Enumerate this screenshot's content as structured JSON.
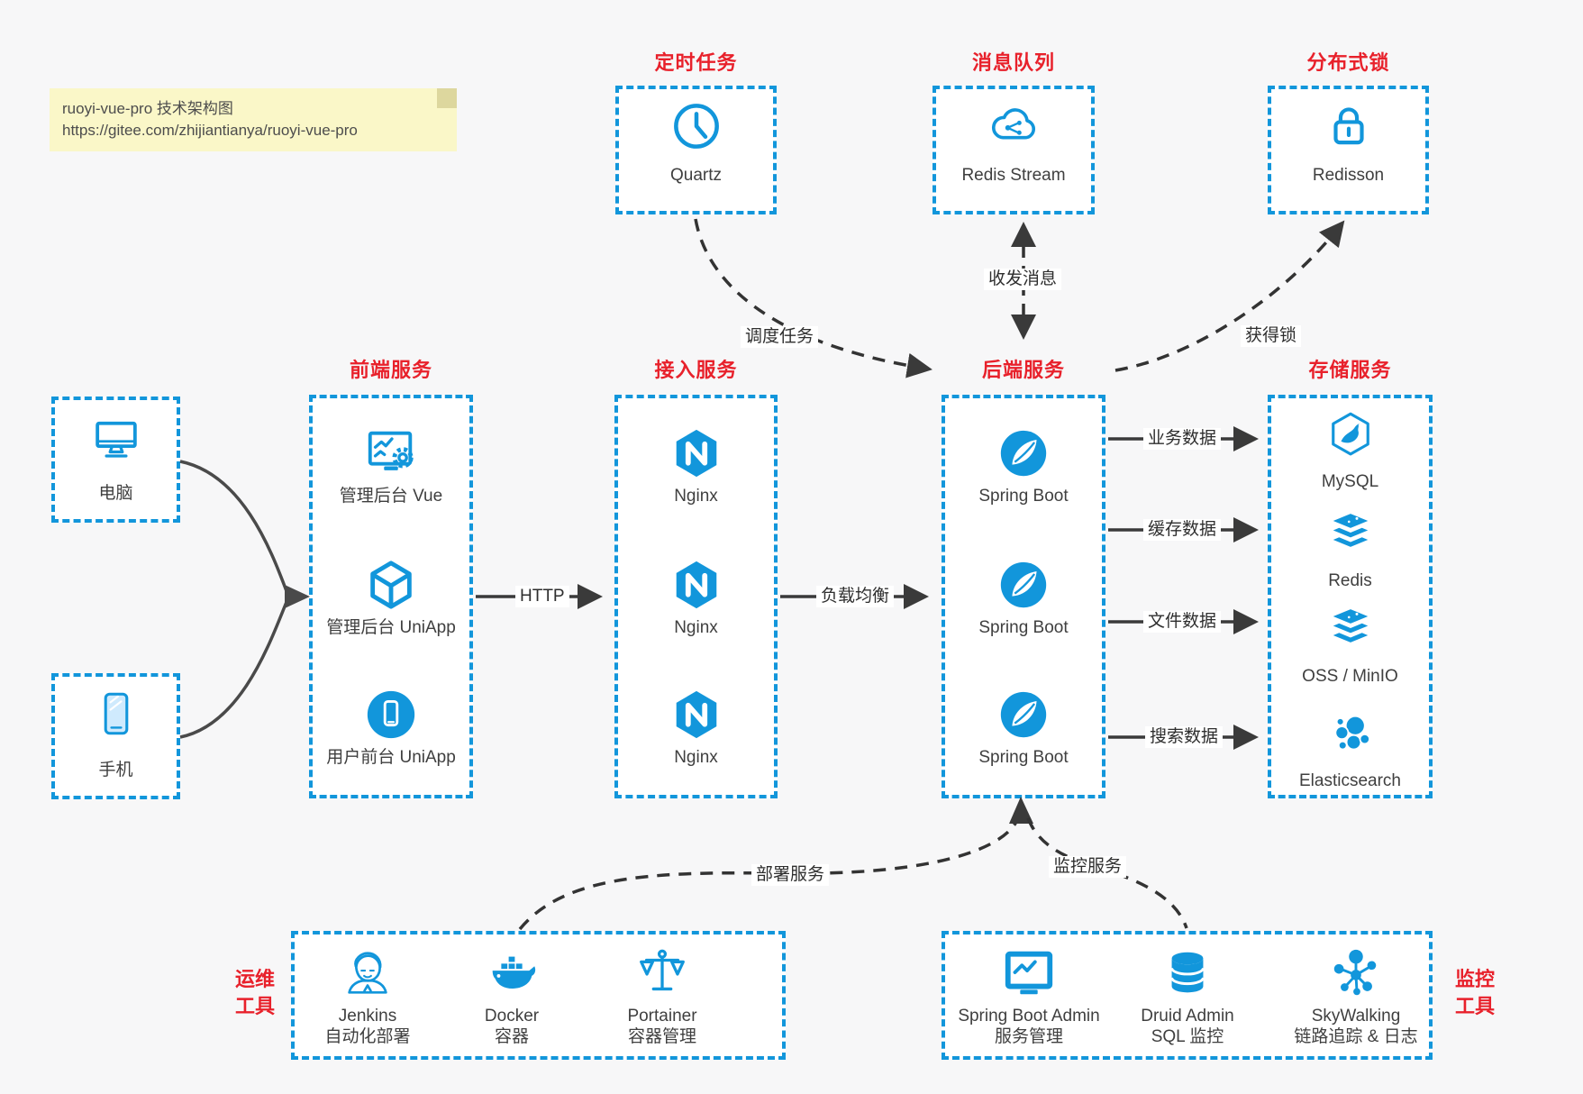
{
  "note": {
    "title": "ruoyi-vue-pro 技术架构图",
    "url": "https://gitee.com/zhijiantianya/ruoyi-vue-pro"
  },
  "colors": {
    "accent_blue": "#1296db",
    "title_red": "#e8212b",
    "arrow_dark": "#3a3a3a",
    "note_bg": "#faf7c8",
    "box_bg": "#ffffff",
    "page_bg": "#f7f7f8"
  },
  "top_groups": [
    {
      "title": "定时任务",
      "label": "Quartz",
      "icon": "clock-icon"
    },
    {
      "title": "消息队列",
      "label": "Redis Stream",
      "icon": "cloud-stream-icon"
    },
    {
      "title": "分布式锁",
      "label": "Redisson",
      "icon": "lock-icon"
    }
  ],
  "clients": [
    {
      "label": "电脑",
      "icon": "desktop-icon"
    },
    {
      "label": "手机",
      "icon": "phone-icon"
    }
  ],
  "frontend": {
    "title": "前端服务",
    "items": [
      {
        "label": "管理后台 Vue",
        "icon": "admin-vue-icon"
      },
      {
        "label": "管理后台 UniApp",
        "icon": "uniapp-cube-icon"
      },
      {
        "label": "用户前台 UniApp",
        "icon": "user-uniapp-icon"
      }
    ]
  },
  "gateway": {
    "title": "接入服务",
    "items": [
      {
        "label": "Nginx",
        "icon": "nginx-icon"
      },
      {
        "label": "Nginx",
        "icon": "nginx-icon"
      },
      {
        "label": "Nginx",
        "icon": "nginx-icon"
      }
    ]
  },
  "backend": {
    "title": "后端服务",
    "items": [
      {
        "label": "Spring Boot",
        "icon": "spring-boot-icon"
      },
      {
        "label": "Spring Boot",
        "icon": "spring-boot-icon"
      },
      {
        "label": "Spring Boot",
        "icon": "spring-boot-icon"
      }
    ]
  },
  "storage": {
    "title": "存储服务",
    "items": [
      {
        "label": "MySQL",
        "icon": "mysql-icon"
      },
      {
        "label": "Redis",
        "icon": "redis-stack-icon"
      },
      {
        "label": "OSS / MinIO",
        "icon": "oss-stack-icon"
      },
      {
        "label": "Elasticsearch",
        "icon": "elasticsearch-icon"
      }
    ]
  },
  "ops": {
    "side_label_line1": "运维",
    "side_label_line2": "工具",
    "items": [
      {
        "line1": "Jenkins",
        "line2": "自动化部署",
        "icon": "jenkins-icon"
      },
      {
        "line1": "Docker",
        "line2": "容器",
        "icon": "docker-icon"
      },
      {
        "line1": "Portainer",
        "line2": "容器管理",
        "icon": "portainer-icon"
      }
    ]
  },
  "monitoring": {
    "side_label_line1": "监控",
    "side_label_line2": "工具",
    "items": [
      {
        "line1": "Spring Boot Admin",
        "line2": "服务管理",
        "icon": "sba-monitor-icon"
      },
      {
        "line1": "Druid Admin",
        "line2": "SQL 监控",
        "icon": "druid-database-icon"
      },
      {
        "line1": "SkyWalking",
        "line2": "链路追踪 & 日志",
        "icon": "skywalking-icon"
      }
    ]
  },
  "edge_labels": {
    "schedule": "调度任务",
    "messaging": "收发消息",
    "lock": "获得锁",
    "http": "HTTP",
    "load_balance": "负载均衡",
    "business_data": "业务数据",
    "cache_data": "缓存数据",
    "file_data": "文件数据",
    "search_data": "搜索数据",
    "deploy": "部署服务",
    "monitor": "监控服务"
  }
}
